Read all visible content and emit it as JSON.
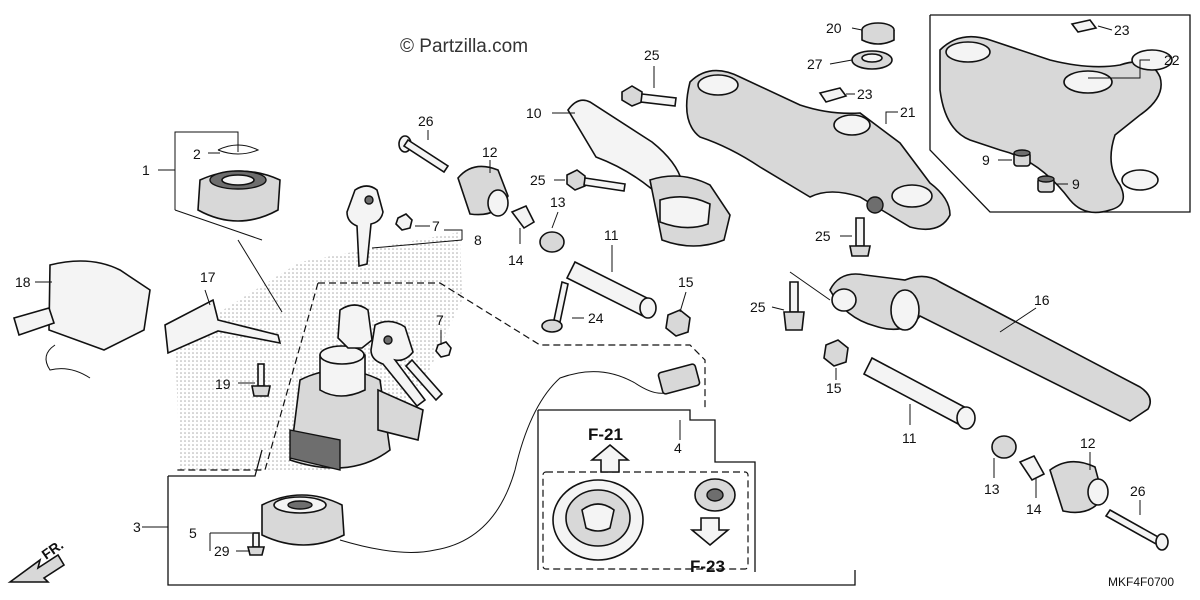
{
  "watermark": "© Partzilla.com",
  "diagram_code": "MKF4F0700",
  "front_arrow_label": "FR.",
  "ref_up": "F-21",
  "ref_down": "F-23",
  "callouts": {
    "c1": "1",
    "c2": "2",
    "c3": "3",
    "c4": "4",
    "c5": "5",
    "c7a": "7",
    "c7b": "7",
    "c8": "8",
    "c9a": "9",
    "c9b": "9",
    "c10": "10",
    "c11a": "11",
    "c11b": "11",
    "c12a": "12",
    "c12b": "12",
    "c13a": "13",
    "c13b": "13",
    "c14a": "14",
    "c14b": "14",
    "c15a": "15",
    "c15b": "15",
    "c16": "16",
    "c17": "17",
    "c18": "18",
    "c19": "19",
    "c20": "20",
    "c21": "21",
    "c22": "22",
    "c23a": "23",
    "c23b": "23",
    "c24": "24",
    "c25a": "25",
    "c25b": "25",
    "c25c": "25",
    "c25d": "25",
    "c26a": "26",
    "c26b": "26",
    "c27": "27",
    "c29": "29"
  }
}
